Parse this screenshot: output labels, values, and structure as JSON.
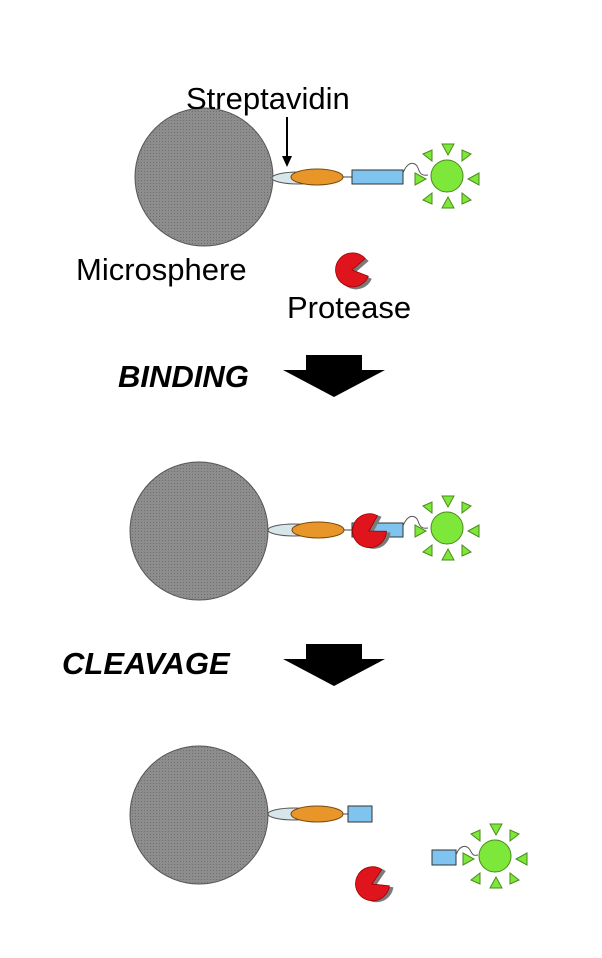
{
  "labels": {
    "streptavidin": "Streptavidin",
    "microsphere": "Microsphere",
    "protease": "Protease"
  },
  "steps": {
    "binding": "BINDING",
    "cleavage": "CLEAVAGE"
  },
  "colors": {
    "microsphere": "#8a8a8a",
    "streptavidin": "#d6e6ea",
    "linker": "#e8962a",
    "substrate": "#7fc4ef",
    "fluorophore": "#7ee83a",
    "protease": "#e0141c",
    "protease_shadow": "#7a7a7a",
    "arrow": "#000000"
  },
  "icons": {
    "protease": "pacman-icon",
    "fluorophore": "sun-icon",
    "step_arrow": "down-arrow-icon"
  }
}
